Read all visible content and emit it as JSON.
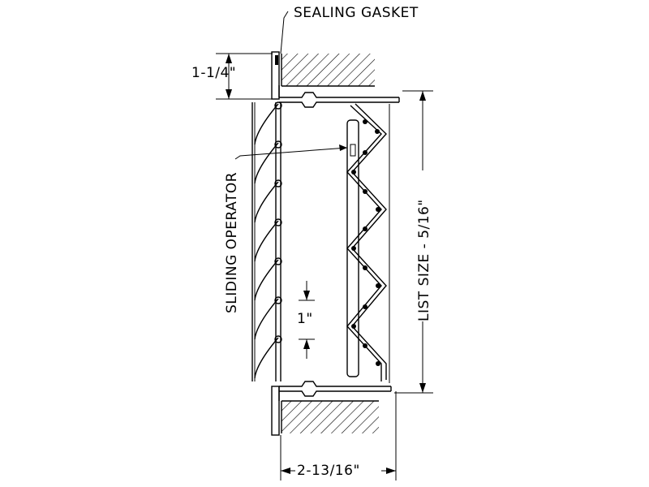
{
  "labels": {
    "sealing_gasket": "SEALING GASKET",
    "sliding_operator": "SLIDING OPERATOR",
    "list_size": "LIST SIZE - 5/16\"",
    "flange_dim": "1-1/4\"",
    "blade_spacing": "1\"",
    "depth_dim": "2-13/16\""
  }
}
